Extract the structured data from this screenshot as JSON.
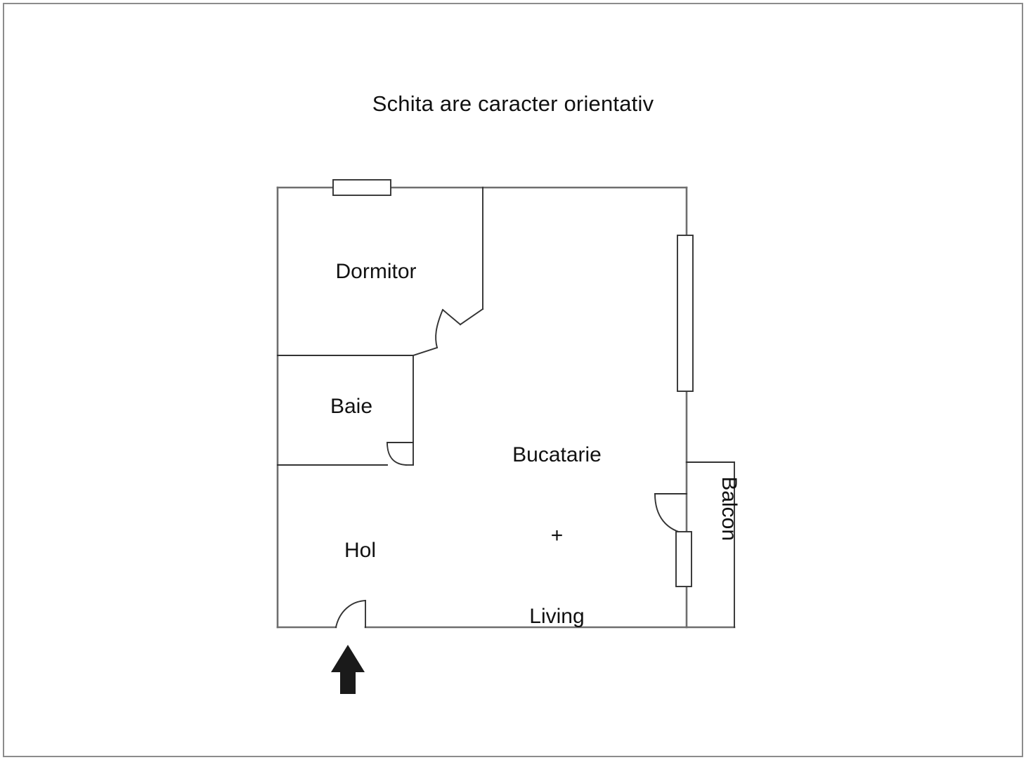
{
  "document": {
    "title": "Schita are caracter orientativ",
    "type": "apartment-floor-plan",
    "language": "ro"
  },
  "colors": {
    "background": "#ffffff",
    "wall_stroke": "#333333",
    "outer_wall_stroke": "#6e6e6e",
    "frame_border": "#8c8c8c",
    "text": "#111111",
    "entrance_arrow": "#1a1a1a"
  },
  "rooms": [
    {
      "id": "dormitor",
      "label": "Dormitor"
    },
    {
      "id": "baie",
      "label": "Baie"
    },
    {
      "id": "hol",
      "label": "Hol"
    },
    {
      "id": "bucatarie_living",
      "label_line1": "Bucatarie",
      "label_line2": "+",
      "label_line3": "Living"
    },
    {
      "id": "balcon",
      "label": "Balcon"
    }
  ],
  "features": {
    "windows": [
      {
        "id": "window-dormitor-top",
        "orientation": "horizontal",
        "wall": "north"
      },
      {
        "id": "window-living-east",
        "orientation": "vertical",
        "wall": "east"
      },
      {
        "id": "window-balcon",
        "orientation": "vertical",
        "wall": "balcony-west"
      }
    ],
    "doors": [
      {
        "id": "door-dormitor",
        "swing": "arc"
      },
      {
        "id": "door-baie",
        "swing": "arc"
      },
      {
        "id": "door-balcon",
        "swing": "arc"
      },
      {
        "id": "door-entrance",
        "swing": "arc"
      }
    ],
    "entrance_marker": {
      "id": "entrance-arrow",
      "direction": "up",
      "glyph": "arrow"
    }
  }
}
